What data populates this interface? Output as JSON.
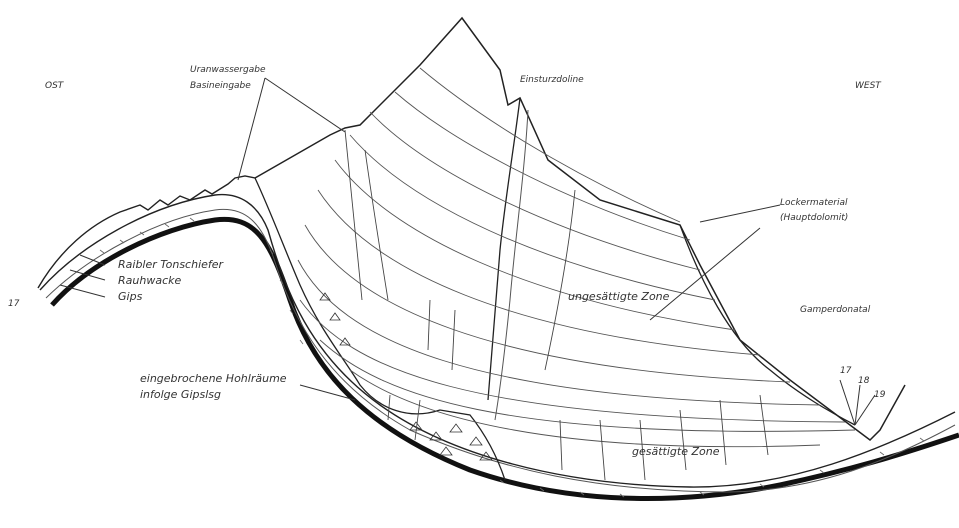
{
  "labels": {
    "ost": "OST",
    "west": "WEST",
    "einstufe_1": "Uranwassergabe",
    "einstufe_2": "Basineingabe",
    "einsturzdoline": "Einsturzdoline",
    "locker_1": "Lockermaterial",
    "locker_2": "(Hauptdolomit)",
    "ungesaettigt": "ungesättigte Zone",
    "gamperdona": "Gamperdonatal",
    "raibler": "Raibler Tonschiefer",
    "rauhwacke": "Rauhwacke",
    "gips": "Gips",
    "hohl_1": "eingebrochene Hohlräume",
    "hohl_2": "infolge Gipslsg",
    "gesaettigt": "gesättigte Zone",
    "left_mark": "17",
    "right_marks": [
      "17",
      "18",
      "19"
    ]
  },
  "colors": {
    "ink": "#222222",
    "bedrock": "#111111",
    "background": "#ffffff"
  }
}
